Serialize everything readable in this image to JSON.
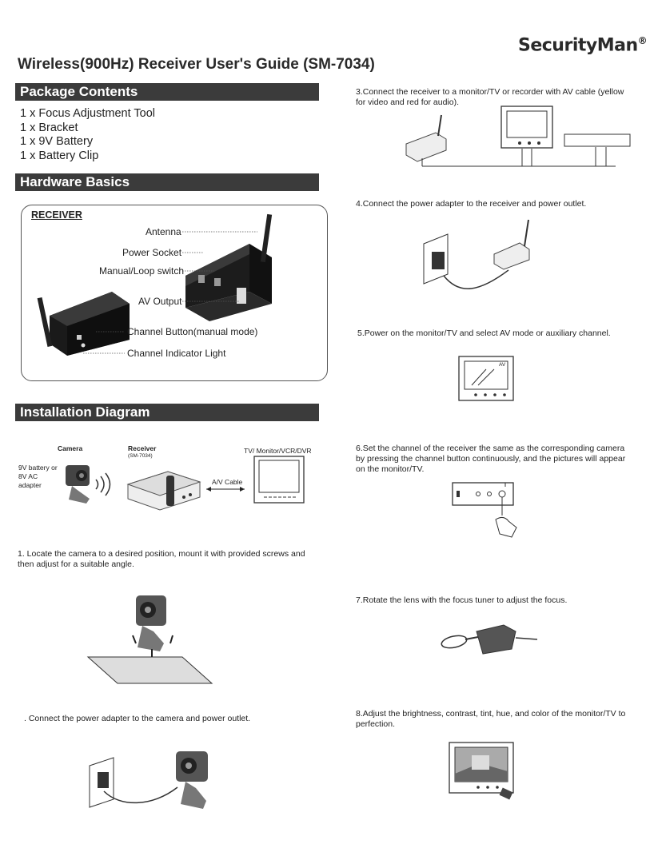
{
  "brand": {
    "name": "SecurityMan",
    "reg": "®"
  },
  "title": "Wireless(900Hz) Receiver User's Guide (SM-7034)",
  "sections": {
    "package": "Package Contents",
    "hardware": "Hardware Basics",
    "installation": "Installation Diagram"
  },
  "package_items": [
    "1 x Focus Adjustment Tool",
    "1 x Bracket",
    "1 x 9V Battery",
    "1 x Battery Clip"
  ],
  "receiver": {
    "title": "RECEIVER",
    "labels": {
      "antenna": "Antenna",
      "power_socket": "Power Socket",
      "switch": "Manual/Loop switch",
      "av_output": "AV Output",
      "channel_button": "Channel Button(manual mode)",
      "indicator": "Channel Indicator Light"
    }
  },
  "install_diagram": {
    "camera": "Camera",
    "receiver": "Receiver",
    "receiver_model": "(SM-7034)",
    "tv": "TV/ Monitor/VCR/DVR",
    "power": "9V battery or 8V AC adapter",
    "cable": "A/V Cable",
    "av_tag": "AV"
  },
  "steps": {
    "s1": "1. Locate the camera to a desired position, mount it with provided screws and then adjust for a suitable angle.",
    "s2": ". Connect the power adapter to the camera and power outlet.",
    "s3": "3.Connect the receiver to a monitor/TV or recorder with AV cable (yellow for video and red for audio).",
    "s4": "4.Connect the power adapter to the receiver and power outlet.",
    "s5": "5.Power on the monitor/TV and select AV mode or auxiliary channel.",
    "s6": "6.Set the channel of the receiver the same as the corresponding camera by pressing the channel button continuously, and the pictures will appear on the monitor/TV.",
    "s7": "7.Rotate the lens with the focus tuner to adjust the focus.",
    "s8": "8.Adjust the brightness, contrast, tint, hue, and color of the monitor/TV to perfection."
  }
}
